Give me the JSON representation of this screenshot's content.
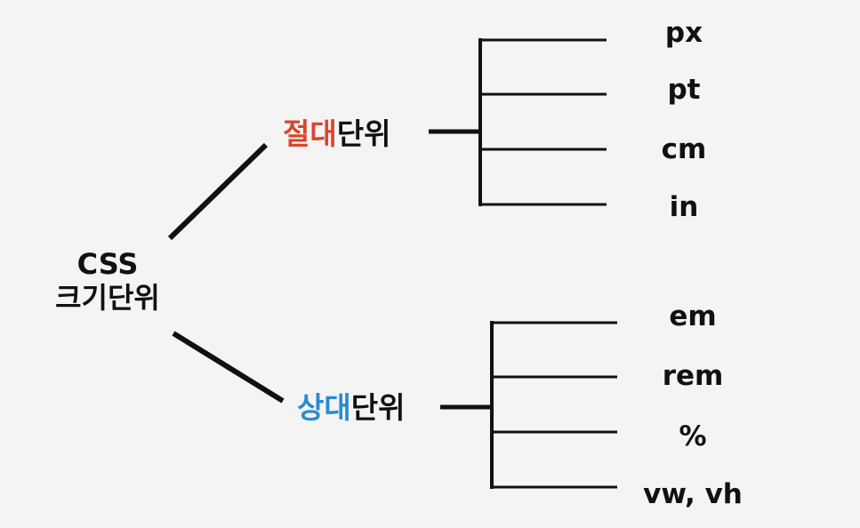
{
  "colors": {
    "background": "#f4f4f4",
    "line": "#111111",
    "text": "#111111",
    "absolute_accent": "#d9462b",
    "relative_accent": "#2a8bd0"
  },
  "root": {
    "line1": "CSS",
    "line2": "크기단위"
  },
  "absolute": {
    "accent": "절대",
    "rest": "단위",
    "units": [
      "px",
      "pt",
      "cm",
      "in"
    ]
  },
  "relative": {
    "accent": "상대",
    "rest": "단위",
    "units": [
      "em",
      "rem",
      "%",
      "vw, vh"
    ]
  }
}
